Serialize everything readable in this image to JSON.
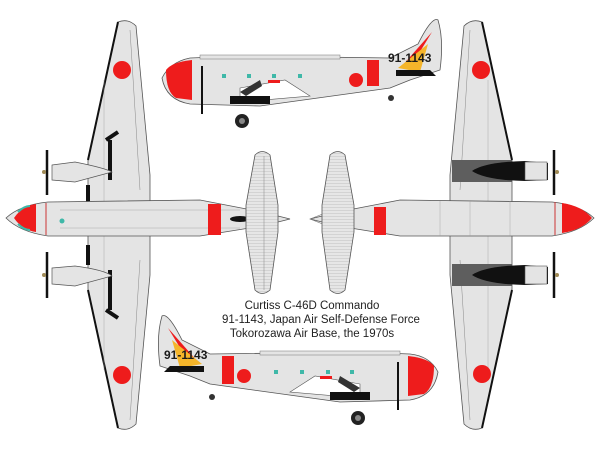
{
  "caption": {
    "line1": "Curtiss C-46D Commando",
    "line2": "91-1143, Japan Air Self-Defense Force",
    "line3": "Tokorozawa Air Base, the 1970s"
  },
  "markings": {
    "registration_top": "91-1143",
    "registration_bottom": "91-1143",
    "hinomaru_color": "#ee1c1c",
    "nose_color": "#ee1c1c",
    "fuselage_band_color": "#ee1c1c",
    "tail_flash_colors": [
      "#ee1c1c",
      "#f5b52a",
      "#111111"
    ],
    "skin_color": "#e4e4e4",
    "window_color": "#3fb8a8"
  },
  "views": [
    {
      "name": "left-profile",
      "label": "Left side view"
    },
    {
      "name": "right-profile",
      "label": "Right side view"
    },
    {
      "name": "top-view",
      "label": "Top view"
    },
    {
      "name": "bottom-view",
      "label": "Bottom view"
    }
  ]
}
